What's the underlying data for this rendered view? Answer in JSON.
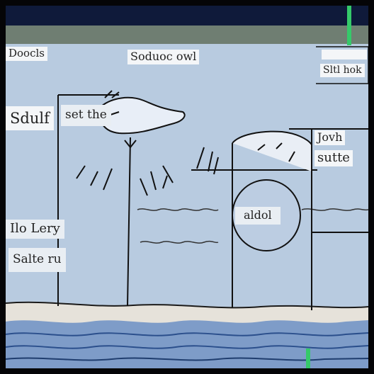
{
  "labels": {
    "top_left": "Doocls",
    "top_center": "Soduoc owl",
    "top_right_1": "",
    "top_right_2": "Sltl hok",
    "left_upper_1": "Sdulf",
    "left_upper_2": "set the",
    "right_mid_1": "Jovh",
    "right_mid_2": "sutte",
    "left_mid": "Ilo Lery",
    "left_lower": "Salte ru",
    "center_lower": "aldol"
  },
  "colors": {
    "frame": "#050507",
    "topbar": "#0f1a3a",
    "stripe": "#6f7e72",
    "canvas": "#b8cbe0",
    "green": "#35c96a"
  }
}
